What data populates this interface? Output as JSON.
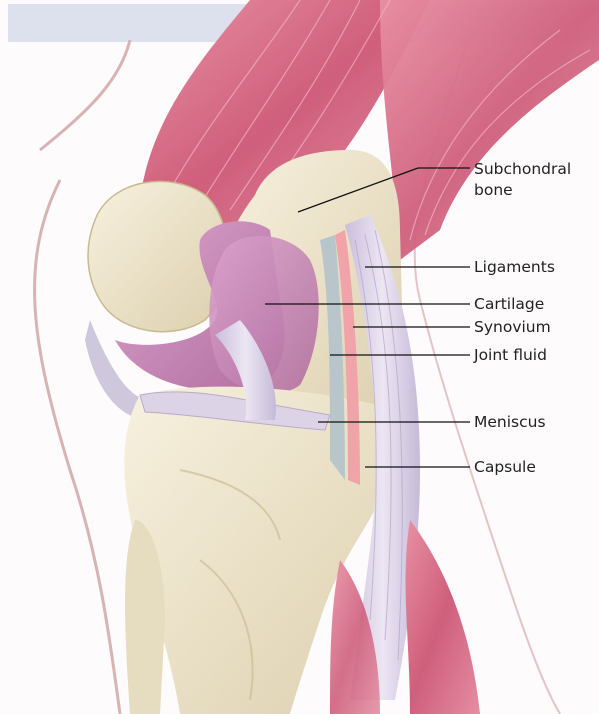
{
  "title": "Normal knee",
  "labels": {
    "subchondral_bone": "Subchondral\nbone",
    "ligaments": "Ligaments",
    "cartilage": "Cartilage",
    "synovium": "Synovium",
    "joint_fluid": "Joint fluid",
    "meniscus": "Meniscus",
    "capsule": "Capsule"
  },
  "colors": {
    "muscle": "#d9738c",
    "bone": "#efe6cf",
    "cartilage": "#c98ab8",
    "ligament": "#d9d0e6",
    "synovium": "#f0a3a8",
    "title_bar": "#dde1ee"
  }
}
